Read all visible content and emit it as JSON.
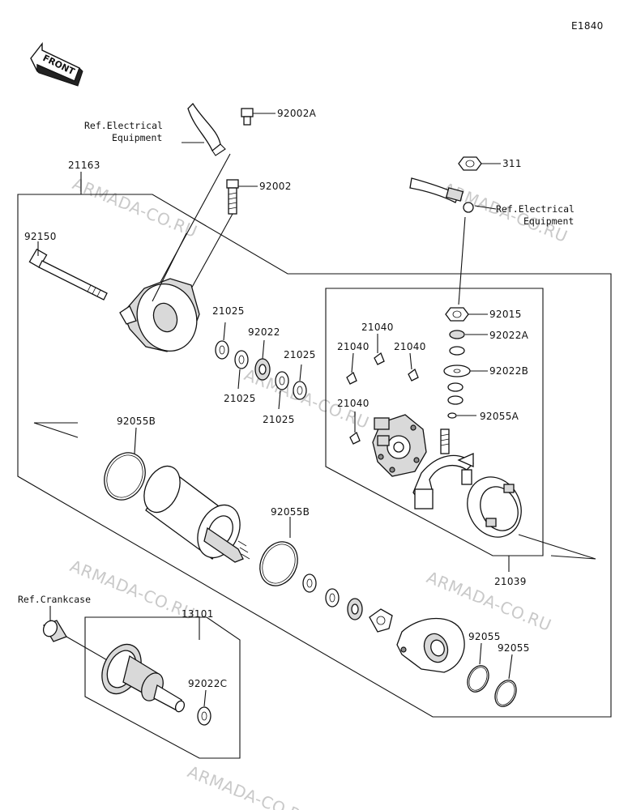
{
  "diagram_code": "E1840",
  "front_label": "FRONT",
  "watermark": "ARMADA-CO.RU",
  "labels": {
    "p92002A": "92002A",
    "ref_elec_1_line1": "Ref.Electrical",
    "ref_elec_1_line2": "Equipment",
    "p21163": "21163",
    "p92002": "92002",
    "p311": "311",
    "ref_elec_2_line1": "Ref.Electrical",
    "ref_elec_2_line2": "Equipment",
    "p92150": "92150",
    "p92015": "92015",
    "p21025_a": "21025",
    "p92022": "92022",
    "p21025_b": "21025",
    "p21025_c": "21025",
    "p21025_d": "21025",
    "p21040_a": "21040",
    "p21040_b": "21040",
    "p21040_c": "21040",
    "p21040_d": "21040",
    "p92022A": "92022A",
    "p92022B": "92022B",
    "p92055A": "92055A",
    "p92055B_a": "92055B",
    "p92055B_b": "92055B",
    "p21039": "21039",
    "ref_crankcase": "Ref.Crankcase",
    "p13101": "13101",
    "p92022C": "92022C",
    "p92055_a": "92055",
    "p92055_b": "92055"
  }
}
